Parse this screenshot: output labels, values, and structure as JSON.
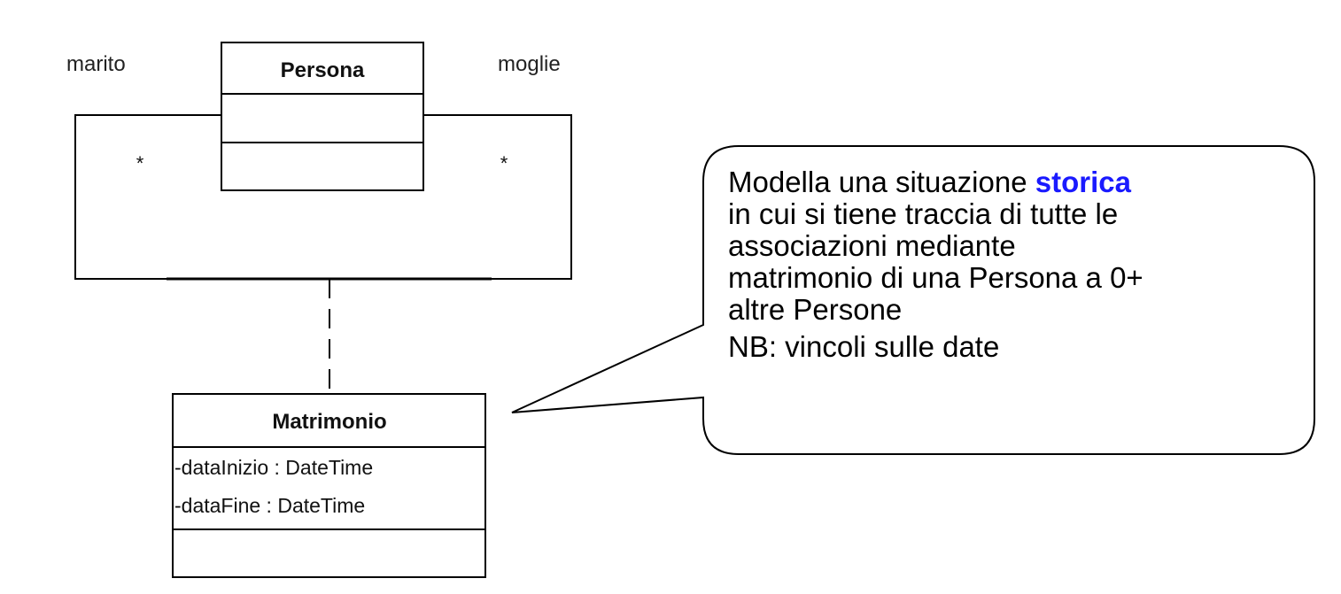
{
  "diagram": {
    "roles": {
      "left": "marito",
      "right": "moglie"
    },
    "multiplicity": {
      "left": "*",
      "right": "*"
    },
    "persona": {
      "name": "Persona"
    },
    "matrimonio": {
      "name": "Matrimonio",
      "attributes": [
        "-dataInizio : DateTime",
        "-dataFine : DateTime"
      ]
    }
  },
  "note": {
    "line1_prefix": "Modella una situazione ",
    "highlight": "storica",
    "lines": [
      "in cui si tiene traccia di tutte le",
      "associazioni mediante",
      "matrimonio di una Persona a 0+",
      "altre Persone"
    ],
    "nb": "NB: vincoli sulle date"
  },
  "colors": {
    "highlight": "#1a1aff",
    "line": "#000000"
  }
}
